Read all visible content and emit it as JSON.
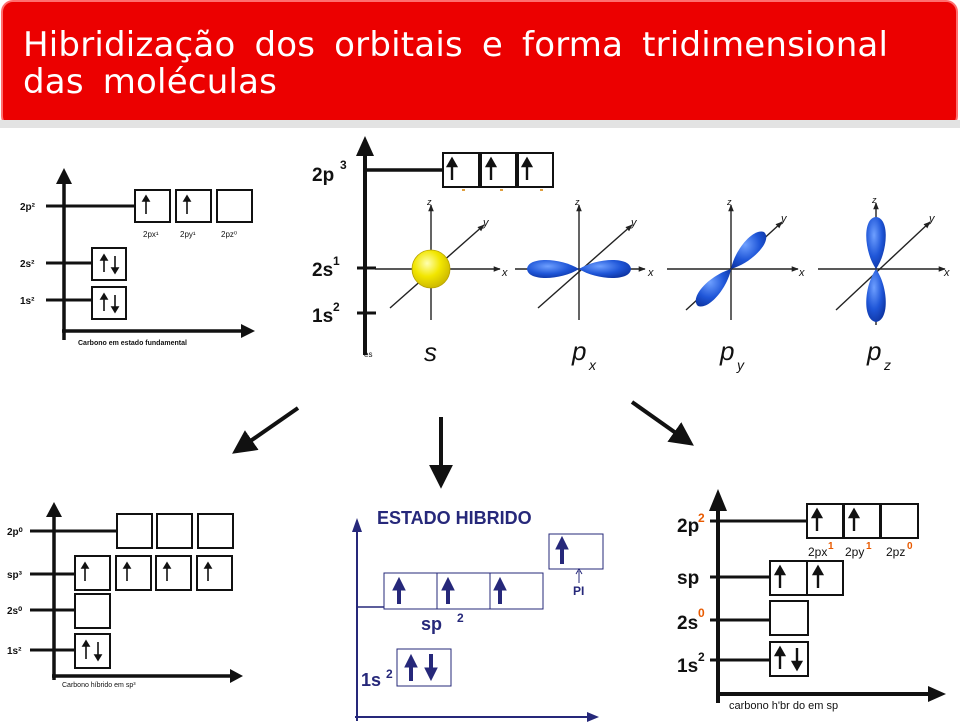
{
  "title": "Hibridização dos orbitais e forma tridimensional das moléculas",
  "colors": {
    "banner": "#ec0000",
    "orbital_blue": "#1f56d8",
    "sphere_yellow": "#f2e600",
    "accent_orange": "#e85a00",
    "arrow_navy": "#26287a"
  },
  "ground_state": {
    "levels": [
      "2p²",
      "2s²",
      "1s²"
    ],
    "orbital_labels": [
      "2px¹",
      "2py¹",
      "2pz⁰"
    ],
    "caption": "Carbono em estado fundamental"
  },
  "excited_state": {
    "levels": [
      "2p",
      "3",
      "2s",
      "1",
      "1s",
      "2"
    ],
    "caption_fragment": "es"
  },
  "orbital_shapes": [
    {
      "symbol": "s",
      "subscript": ""
    },
    {
      "symbol": "p",
      "subscript": "x"
    },
    {
      "symbol": "p",
      "subscript": "y"
    },
    {
      "symbol": "p",
      "subscript": "z"
    }
  ],
  "axis_labels": {
    "x": "x",
    "y": "y",
    "z": "z"
  },
  "sp3_state": {
    "levels": [
      "2p⁰",
      "sp³",
      "2s⁰",
      "1s²"
    ],
    "caption": "Carbono híbrido em sp³"
  },
  "sp2_state": {
    "header": "ESTADO HIBRIDO",
    "pi_label": "PI",
    "sp2_label": "sp",
    "sp2_sup": "2",
    "core_label": "1s",
    "core_sup": "2"
  },
  "sp_state": {
    "levels": [
      {
        "main": "2p",
        "sup": "2"
      },
      {
        "main": "sp",
        "sup": ""
      },
      {
        "main": "2s",
        "sup": "0"
      },
      {
        "main": "1s",
        "sup": "2"
      }
    ],
    "orbital_labels": [
      {
        "main": "2px",
        "sup": "1"
      },
      {
        "main": "2py",
        "sup": "1"
      },
      {
        "main": "2pz",
        "sup": "0"
      }
    ],
    "caption": "carbono h'br do em sp"
  }
}
